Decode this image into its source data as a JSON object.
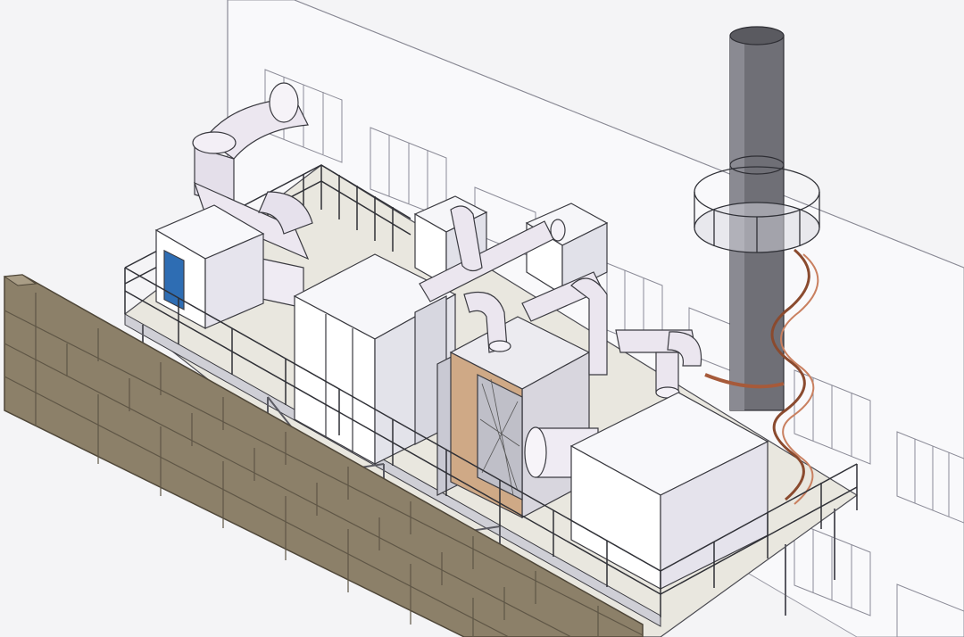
{
  "scene": {
    "type": "3d-cad-model",
    "subject": "rooftop-exhaust-gas-treatment-system",
    "components": [
      "building-wall-background",
      "brick-parapet-wall",
      "steel-support-platform",
      "perimeter-guardrail",
      "left-fan-box",
      "left-intake-duct",
      "filter-cabinet-module",
      "central-treatment-chamber",
      "rear-equipment-box",
      "interconnecting-pipes",
      "right-fan-box",
      "exhaust-stack",
      "stack-platform",
      "spiral-staircase"
    ],
    "colors": {
      "background": "#f4f4f6",
      "wall": "#f7f7f9",
      "brick": "#8c8069",
      "brick_mortar": "#5f5646",
      "equipment": "#ffffff",
      "equipment_shade": "#dcdce6",
      "equipment_dark": "#c5c5d0",
      "pipe": "#ebe6ef",
      "stack": "#6f6f76",
      "railing": "#2f3036",
      "stair": "#b9714f",
      "door": "#2e6db3"
    }
  }
}
